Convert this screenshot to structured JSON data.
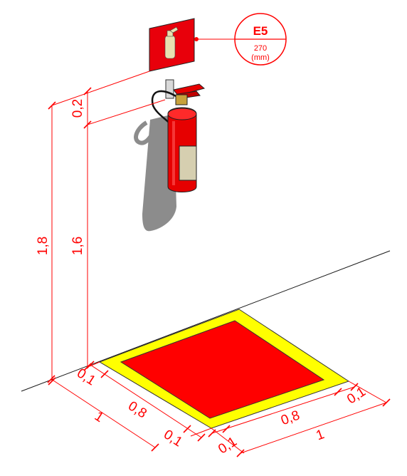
{
  "sign_code": {
    "code": "E5",
    "size": "270",
    "unit": "(mm)"
  },
  "dimensions": {
    "total_height": "1,8",
    "handle_height": "1,6",
    "sign_gap": "0,2",
    "left_border_top": "0,1",
    "left_inner": "0,8",
    "left_border_bottom": "0,1",
    "left_total": "1",
    "right_border_left": "0,1",
    "right_inner": "0,8",
    "right_border_right": "0,1",
    "right_total": "1"
  },
  "colors": {
    "dimension": "#ff0000",
    "floor_inner": "#ff0000",
    "floor_border": "#ffff00",
    "extinguisher_body": "#e60000",
    "extinguisher_label": "#d6cfb0",
    "shadow": "#8c8c8c",
    "sign_background": "#e8000b",
    "sign_symbol": "#e8e0b0"
  }
}
